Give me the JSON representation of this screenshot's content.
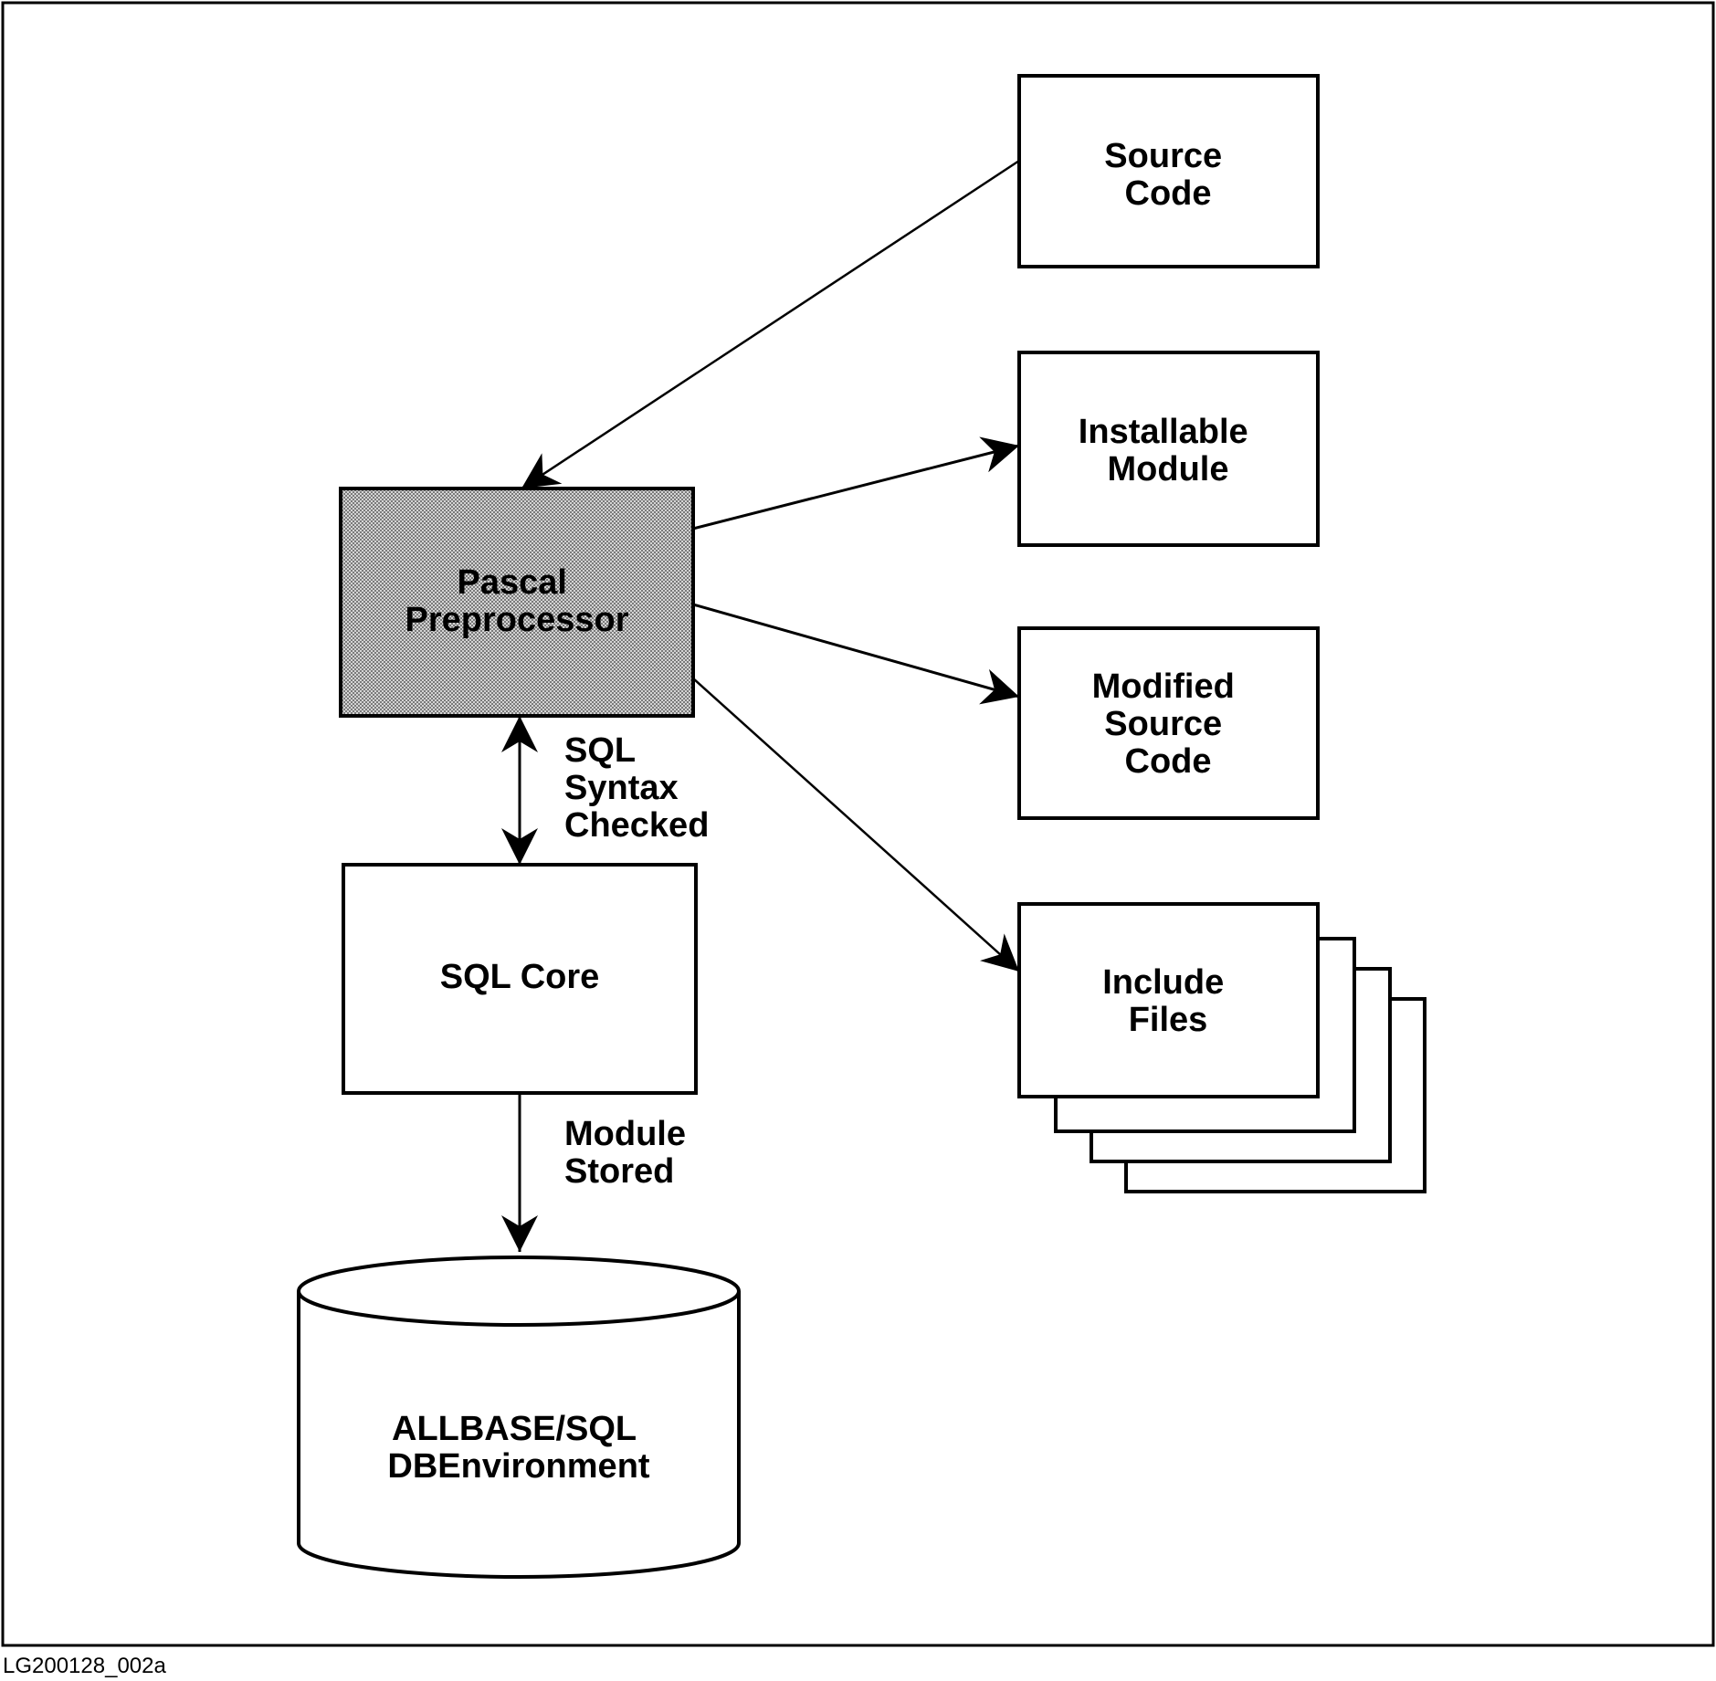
{
  "nodes": {
    "source_code": [
      "Source",
      "Code"
    ],
    "installable_module": [
      "Installable",
      "Module"
    ],
    "pascal_preprocessor": [
      "Pascal",
      "Preprocessor"
    ],
    "modified_source_code": [
      "Modified",
      "Source",
      "Code"
    ],
    "include_files": [
      "Include",
      "Files"
    ],
    "sql_core": [
      "SQL Core"
    ],
    "dbenvironment": [
      "ALLBASE/SQL",
      "DBEnvironment"
    ]
  },
  "edges": {
    "sql_syntax_checked": [
      "SQL",
      "Syntax",
      "Checked"
    ],
    "module_stored": [
      "Module",
      "Stored"
    ]
  },
  "figure_id": "LG200128_002a",
  "colors": {
    "line": "#000000",
    "background": "#ffffff",
    "shaded_fill": "#b8b8b8"
  }
}
